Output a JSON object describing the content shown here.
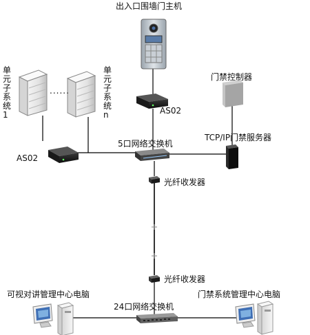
{
  "labels": {
    "entrance_main_unit": "出入口围墙门主机",
    "access_controller": "门禁控制器",
    "unit_system_1": "单元子系统1",
    "unit_system_n": "单元子系统n",
    "ellipsis": "......",
    "as02_top": "AS02",
    "as02_left": "AS02",
    "switch_5port": "5口网络交换机",
    "tcpip_server": "TCP/IP门禁服务器",
    "fiber_transceiver_top": "光纤收发器",
    "fiber_transceiver_bottom": "光纤收发器",
    "intercom_pc": "可视对讲管理中心电脑",
    "access_pc": "门禁系统管理中心电脑",
    "switch_24port": "24口网络交换机"
  }
}
